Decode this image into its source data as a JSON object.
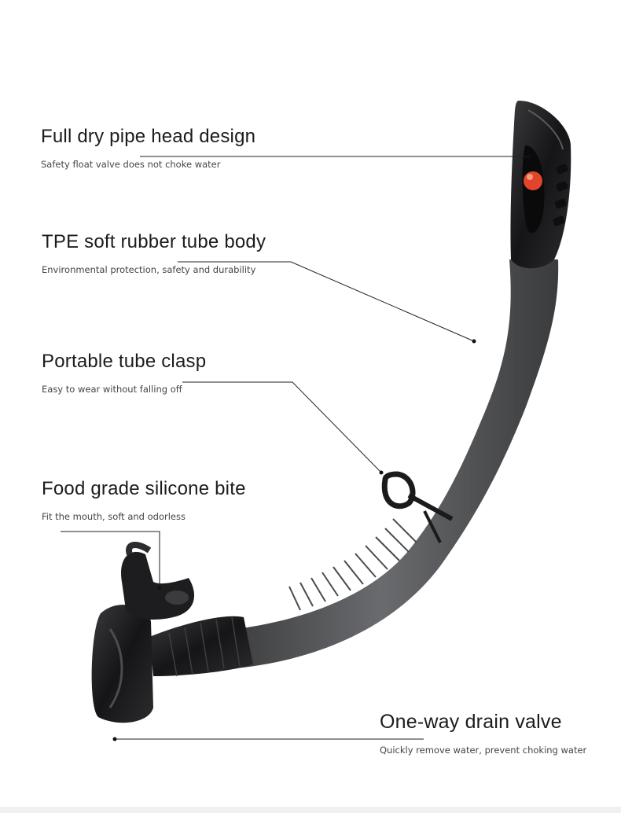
{
  "features": [
    {
      "title": "Full dry pipe head design",
      "description": "Safety float valve does not choke water"
    },
    {
      "title": "TPE soft rubber tube body",
      "description": "Environmental protection, safety and durability"
    },
    {
      "title": "Portable tube clasp",
      "description": "Easy to wear without falling off"
    },
    {
      "title": "Food grade silicone bite",
      "description": "Fit the mouth, soft and odorless"
    },
    {
      "title": "One-way drain valve",
      "description": "Quickly remove water, prevent choking water"
    }
  ],
  "colors": {
    "tube_gray": "#5b5c5e",
    "black_parts": "#1b1b1d",
    "float_valve": "#e2452c",
    "line": "#222222"
  }
}
